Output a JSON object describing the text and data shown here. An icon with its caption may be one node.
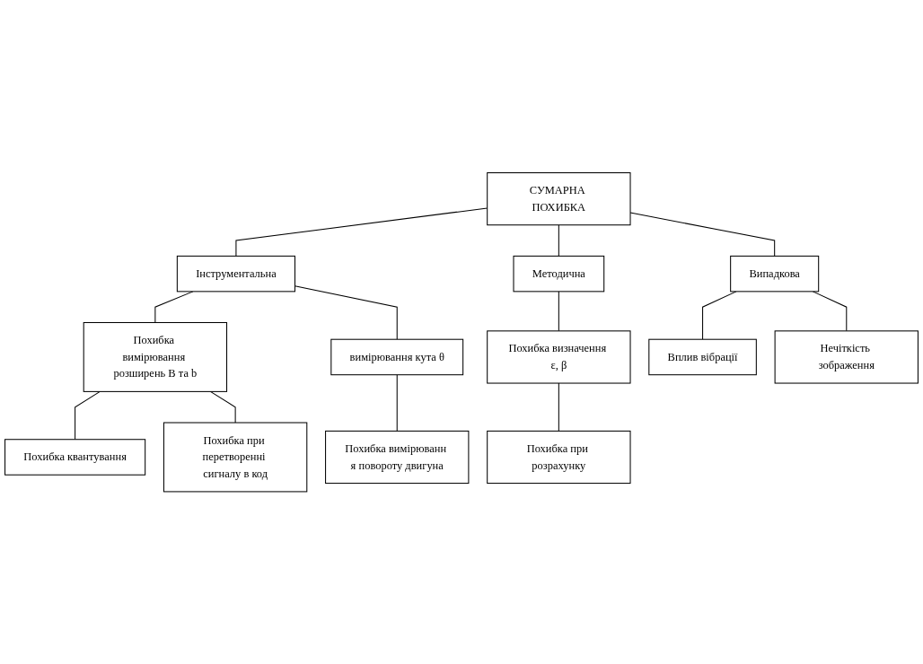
{
  "diagram": {
    "nodes": [
      {
        "text": [
          "СУМАРНА ПОХИБКА"
        ]
      },
      {
        "text": [
          "Інструментальна"
        ]
      },
      {
        "text": [
          "Методична"
        ]
      },
      {
        "text": [
          "Випадкова"
        ]
      },
      {
        "text": [
          "Похибка вимірювання розширень B та b"
        ]
      },
      {
        "text": [
          "вимірювання кута θ"
        ]
      },
      {
        "text": [
          "Похибка визначення ε, β"
        ]
      },
      {
        "text": [
          "Вплив вібрації"
        ]
      },
      {
        "text": [
          "Нечіткість зображення"
        ]
      },
      {
        "text": [
          "Похибка квантування"
        ]
      },
      {
        "text": [
          "Похибка при перетворенні сигналу в код"
        ]
      },
      {
        "text": [
          "Похибка вимірюванн я повороту двигуна"
        ]
      },
      {
        "text": [
          "Похибка при розрахунку"
        ]
      }
    ],
    "edges": [
      {
        "from": 0,
        "to": 1,
        "arrow": "none"
      },
      {
        "from": 0,
        "to": 2,
        "arrow": "none"
      },
      {
        "from": 0,
        "to": 3,
        "arrow": "none"
      },
      {
        "from": 1,
        "to": 4,
        "arrow": "none"
      },
      {
        "from": 1,
        "to": 5,
        "arrow": "none"
      },
      {
        "from": 2,
        "to": 6,
        "arrow": "none"
      },
      {
        "from": 3,
        "to": 7,
        "arrow": "none"
      },
      {
        "from": 3,
        "to": 8,
        "arrow": "none"
      },
      {
        "from": 4,
        "to": 9,
        "arrow": "none"
      },
      {
        "from": 4,
        "to": 10,
        "arrow": "none"
      },
      {
        "from": 5,
        "to": 11,
        "arrow": "none"
      },
      {
        "from": 6,
        "to": 12,
        "arrow": "none"
      }
    ]
  }
}
